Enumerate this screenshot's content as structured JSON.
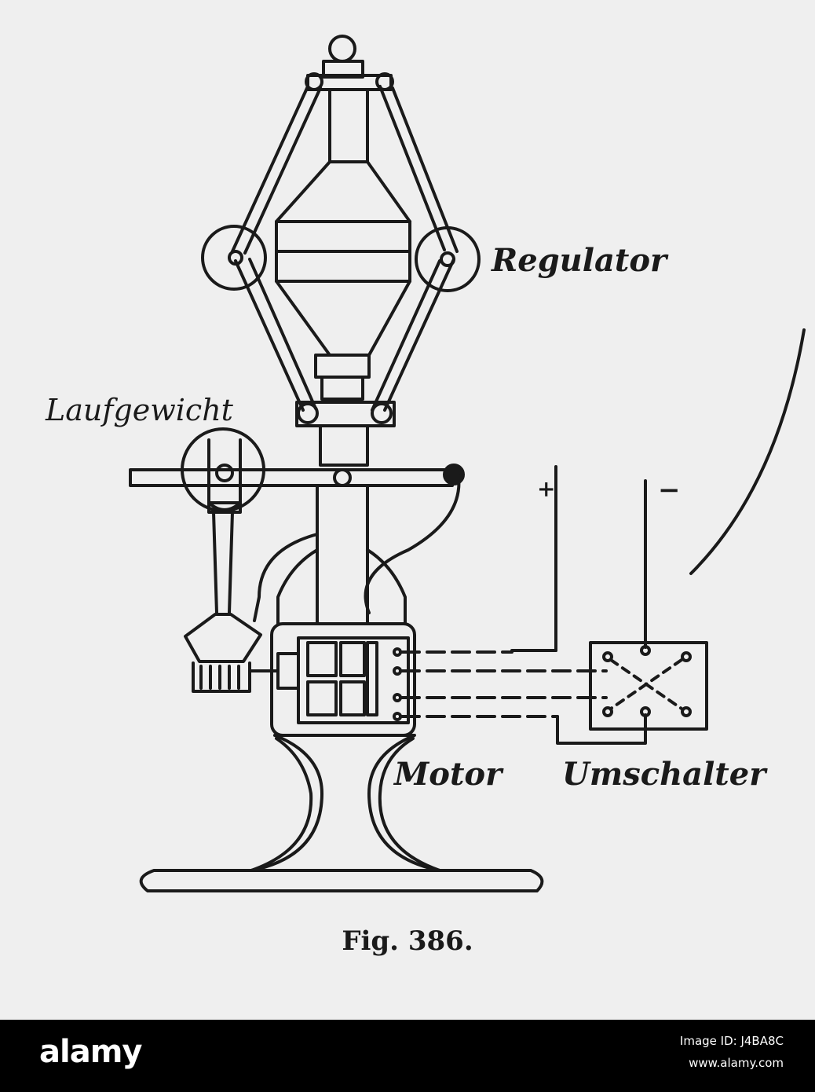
{
  "labels": {
    "regulator": "Regulator",
    "laufgewicht": "Laufgewicht",
    "motor": "Motor",
    "umschalter": "Umschalter",
    "plus": "+",
    "minus": "−"
  },
  "caption": "Fig. 386.",
  "watermark": {
    "brand": "alamy",
    "image_id": "Image ID: J4BA8C",
    "url": "www.alamy.com"
  },
  "colors": {
    "paper": "#efefef",
    "ink": "#1a1a1a",
    "bar": "#000000"
  }
}
